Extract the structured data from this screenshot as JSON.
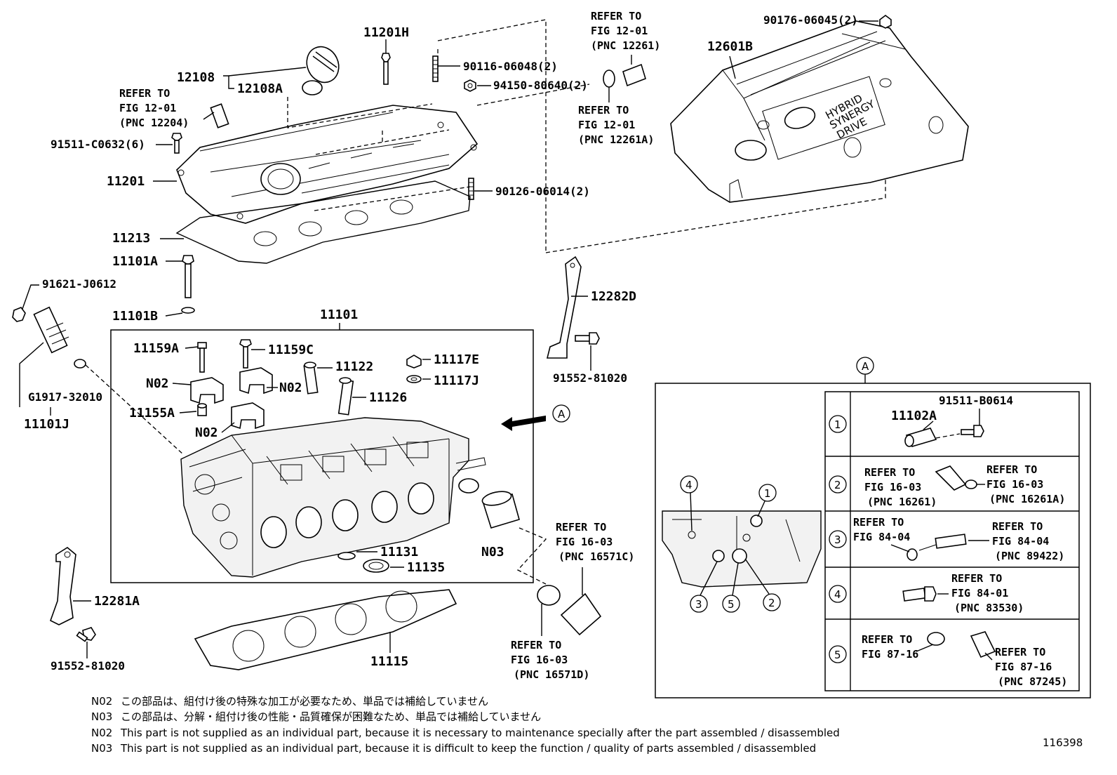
{
  "labels": {
    "p11201H": "11201H",
    "p12108": "12108",
    "p12108A": "12108A",
    "p90116": "90116-06048(2)",
    "p94150": "94150-80640(2)",
    "p91511c": "91511-C0632(6)",
    "p11201": "11201",
    "p90126": "90126-06014(2)",
    "p11213": "11213",
    "p11101A": "11101A",
    "p11101B": "11101B",
    "p91621": "91621-J0612",
    "pG1917": "G1917-32010",
    "p11101J": "11101J",
    "p11101": "11101",
    "p11159A": "11159A",
    "p11159C": "11159C",
    "p11122": "11122",
    "p11117E": "11117E",
    "p11117J": "11117J",
    "pN02a": "N02",
    "pN02b": "N02",
    "pN02c": "N02",
    "p11126": "11126",
    "p11155A": "11155A",
    "p11131": "11131",
    "p11135": "11135",
    "pN03": "N03",
    "p12281A": "12281A",
    "p91552a": "91552-81020",
    "p11115": "11115",
    "p12282D": "12282D",
    "p91552b": "91552-81020",
    "p90176": "90176-06045(2)",
    "p12601B": "12601B",
    "refA_top": "A",
    "refA_arrow": "A"
  },
  "refers": {
    "r12204": [
      "REFER TO",
      "FIG 12-01",
      "(PNC 12204)"
    ],
    "r12261": [
      "REFER TO",
      "FIG 12-01",
      "(PNC 12261)"
    ],
    "r12261A": [
      "REFER TO",
      "FIG 12-01",
      "(PNC 12261A)"
    ],
    "r16571C": [
      "REFER TO",
      "FIG 16-03",
      "(PNC 16571C)"
    ],
    "r16571D": [
      "REFER TO",
      "FIG 16-03",
      "(PNC 16571D)"
    ]
  },
  "cover_logo": [
    "HYBRID",
    "SYNERGY",
    "DRIVE"
  ],
  "detail": {
    "circle_labels": [
      "1",
      "2",
      "3",
      "4",
      "5"
    ],
    "row1": {
      "num": "1",
      "part": "11102A",
      "bolt": "91511-B0614"
    },
    "row2": {
      "num": "2",
      "left": [
        "REFER TO",
        "FIG 16-03",
        "(PNC 16261)"
      ],
      "right": [
        "REFER TO",
        "FIG 16-03",
        "(PNC 16261A)"
      ]
    },
    "row3": {
      "num": "3",
      "left": [
        "REFER TO",
        "FIG 84-04"
      ],
      "right": [
        "REFER TO",
        "FIG 84-04",
        "(PNC 89422)"
      ]
    },
    "row4": {
      "num": "4",
      "right": [
        "REFER TO",
        "FIG 84-01",
        "(PNC 83530)"
      ]
    },
    "row5": {
      "num": "5",
      "left": [
        "REFER TO",
        "FIG 87-16"
      ],
      "right": [
        "REFER TO",
        "FIG 87-16",
        "(PNC 87245)"
      ]
    }
  },
  "notes": [
    {
      "code": "N02",
      "text": "この部品は、組付け後の特殊な加工が必要なため、単品では補給していません"
    },
    {
      "code": "N03",
      "text": "この部品は、分解・組付け後の性能・品質確保が困難なため、単品では補給していません"
    },
    {
      "code": "N02",
      "text": "This part is not supplied as an individual part, because it is necessary to maintenance specially after the part assembled / disassembled"
    },
    {
      "code": "N03",
      "text": "This part is not supplied as an individual part, because it is difficult to keep the function / quality of parts  assembled / disassembled"
    }
  ],
  "figure_number": "116398"
}
